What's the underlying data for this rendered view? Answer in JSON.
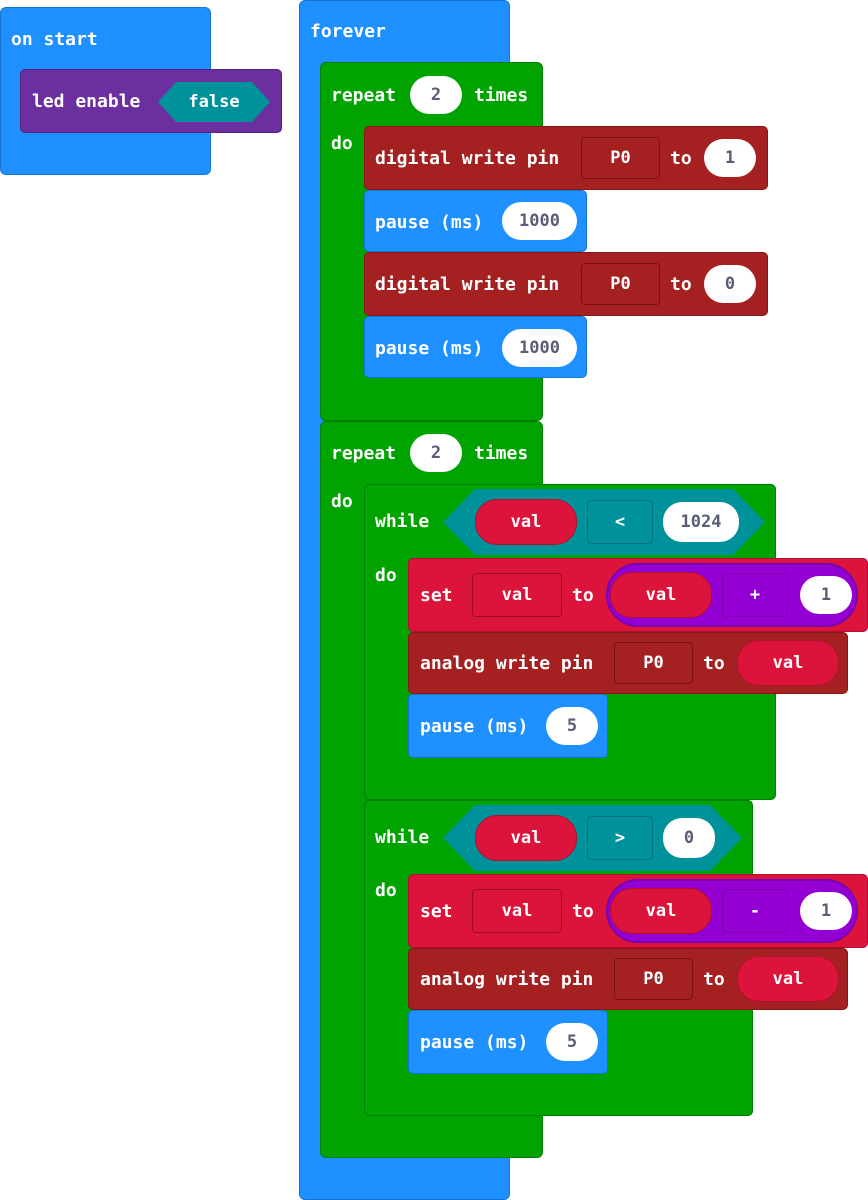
{
  "on_start": {
    "label": "on start",
    "led_enable": {
      "label": "led enable",
      "value": "false"
    }
  },
  "forever": {
    "label": "forever",
    "loop1": {
      "repeat": "repeat",
      "count": "2",
      "times": "times",
      "do": "do",
      "s1": {
        "label": "digital write pin",
        "pin": "P0",
        "to": "to",
        "value": "1"
      },
      "s2": {
        "label": "pause (ms)",
        "value": "1000"
      },
      "s3": {
        "label": "digital write pin",
        "pin": "P0",
        "to": "to",
        "value": "0"
      },
      "s4": {
        "label": "pause (ms)",
        "value": "1000"
      }
    },
    "loop2": {
      "repeat": "repeat",
      "count": "2",
      "times": "times",
      "do": "do",
      "while1": {
        "label": "while",
        "var": "val",
        "op": "<",
        "limit": "1024",
        "do": "do",
        "set": {
          "label": "set",
          "var": "val",
          "to": "to",
          "lhs": "val",
          "op": "+",
          "rhs": "1"
        },
        "write": {
          "label": "analog write pin",
          "pin": "P0",
          "to": "to",
          "value": "val"
        },
        "pause": {
          "label": "pause (ms)",
          "value": "5"
        }
      },
      "while2": {
        "label": "while",
        "var": "val",
        "op": ">",
        "limit": "0",
        "do": "do",
        "set": {
          "label": "set",
          "var": "val",
          "to": "to",
          "lhs": "val",
          "op": "-",
          "rhs": "1"
        },
        "write": {
          "label": "analog write pin",
          "pin": "P0",
          "to": "to",
          "value": "val"
        },
        "pause": {
          "label": "pause (ms)",
          "value": "5"
        }
      }
    }
  },
  "colors": {
    "loops": "#1e90ff",
    "repeat": "#00a300",
    "pins": "#a52020",
    "variables": "#dc143c",
    "led": "#6b2fa0",
    "math": "#9400d3",
    "logic": "#00929a"
  }
}
